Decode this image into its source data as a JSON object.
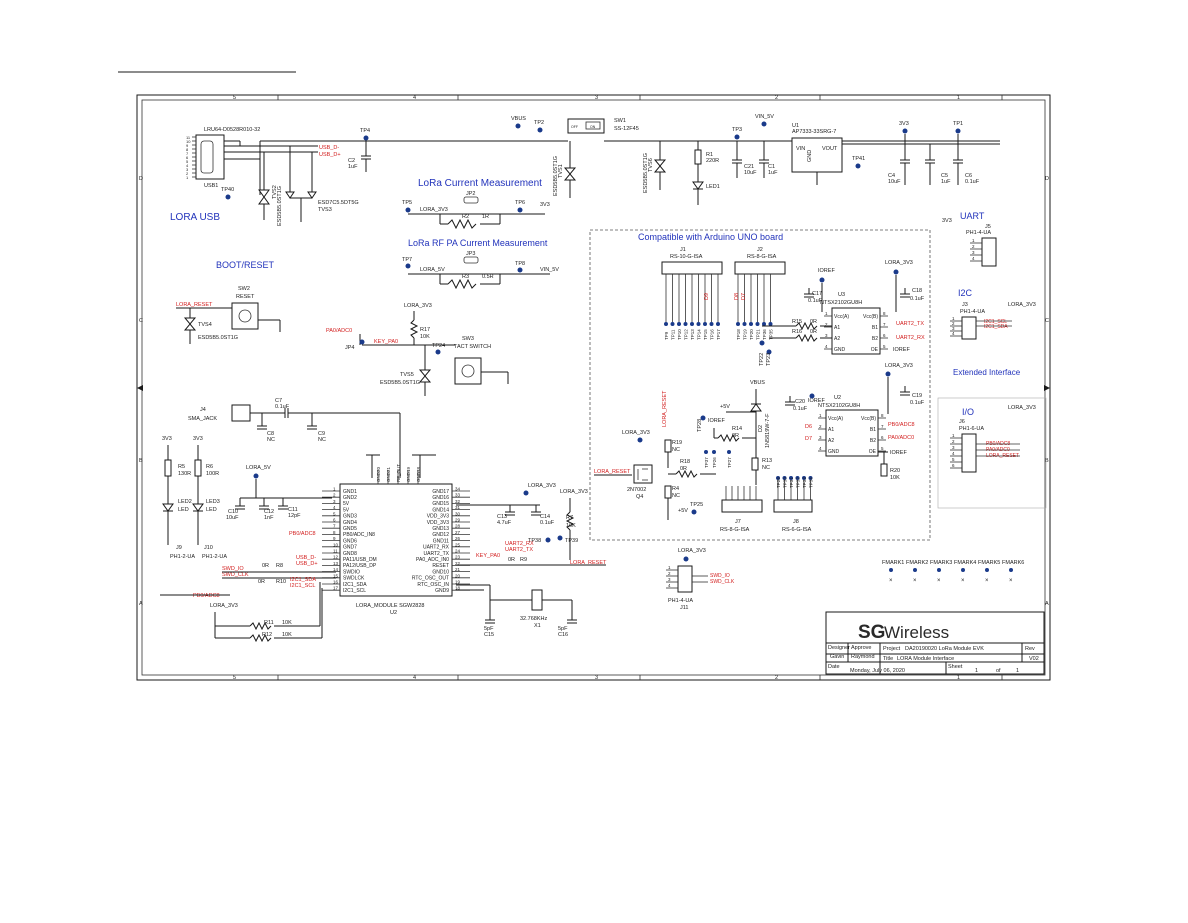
{
  "header": {
    "underline_title": ""
  },
  "border": {
    "top_ticks": [
      "5",
      "4",
      "3",
      "2",
      "1"
    ],
    "bottom_ticks": [
      "5",
      "4",
      "3",
      "2",
      "1"
    ],
    "side_ticks": [
      "D",
      "C",
      "B",
      "A"
    ]
  },
  "sections": {
    "lora_usb": "LORA USB",
    "boot_reset": "BOOT/RESET",
    "lora_current": "LoRa Current Measurement",
    "lora_rf": "LoRa RF PA Current Measurement",
    "arduino": "Compatible with Arduino UNO board",
    "uart": "UART",
    "i2c": "I2C",
    "extended": "Extended Interface",
    "io": "I/O"
  },
  "usb": {
    "ref": "USB1",
    "part": "LRU64-D0528R010-32",
    "pins": [
      "11",
      "10",
      "9",
      "8",
      "7",
      "6",
      "5",
      "4",
      "3",
      "2",
      "1"
    ],
    "net_dm": "USB_D-",
    "net_dp": "USB_D+",
    "tp4": "TP4",
    "tp40": "TP40",
    "c2": "C2",
    "c2_val": "1uF",
    "tvs2": "TVS2",
    "tvs2_part": "ESD5B5.0ST1G",
    "tvs3": "TVS3",
    "tvs3_part": "ESD7C5.5DT5G"
  },
  "power": {
    "vbus": "VBUS",
    "tp2": "TP2",
    "sw1": "SW1",
    "sw1_part": "SS-12F45",
    "sw_off": "OFF",
    "sw_on": "ON",
    "tvs1": "TVS1",
    "tvs1_part": "ESD5B5.0ST1G",
    "tvs6": "TVS6",
    "tvs6_part": "ESD5B5.0ST1G",
    "tp3": "TP3",
    "vin5": "VIN_5V",
    "r1": "R1",
    "r1_val": "220R",
    "led1": "LED1",
    "c21": "C21",
    "c21_val": "10uF",
    "c1": "C1",
    "c1_val": "1uF",
    "u1": "U1",
    "u1_part": "AP7333-33SRG-7",
    "vin": "VIN",
    "vout": "VOUT",
    "gnd": "GND",
    "tp41": "TP41",
    "v3v3": "3V3",
    "tp1": "TP1",
    "c4": "C4",
    "c4_val": "10uF",
    "c5": "C5",
    "c5_val": "1uF",
    "c6": "C6",
    "c6_val": "0.1uF"
  },
  "current": {
    "tp5": "TP5",
    "lora3v3": "LORA_3V3",
    "jp2": "JP2",
    "r2": "R2",
    "r2_val": "1R",
    "tp6": "TP6",
    "v3v3": "3V3",
    "tp7": "TP7",
    "lora5v": "LORA_5V",
    "jp3": "JP3",
    "r3": "R3",
    "r3_val": "0.5R",
    "tp8": "TP8",
    "vin5": "VIN_5V"
  },
  "boot": {
    "lora_reset": "LORA_RESET",
    "sw2": "SW2",
    "sw2_label": "RESET",
    "tvs4": "TVS4",
    "tvs4_part": "ESD5B5.0ST1G",
    "pa0_net": "PA0/ADC0",
    "key_pa0": "KEY_PA0",
    "jp4": "JP4",
    "lora3v3": "LORA_3V3",
    "r17": "R17",
    "r17_val": "10K",
    "tp24": "TP24",
    "sw3": "SW3",
    "sw3_label": "TACT SWITCH",
    "tvs5": "TVS5",
    "tvs5_part": "ESD5B5.0ST1G"
  },
  "rf": {
    "j4": "J4",
    "j4_part": "SMA_JACK",
    "c7": "C7",
    "c7_val": "0.1uF",
    "c8": "C8",
    "c8_val": "NC",
    "c9": "C9",
    "c9_val": "NC"
  },
  "module": {
    "ref": "U2",
    "part": "LORA_MODULE SGW2828",
    "left_pins": [
      "GND1",
      "GND2",
      "5V",
      "5V",
      "GND3",
      "GND4",
      "GND5",
      "PB0/ADC_IN8",
      "GND6",
      "GND7",
      "GND8",
      "PA11/USB_DM",
      "PA12/USB_DP",
      "SWDIO",
      "SWDLCK",
      "I2C1_SDA",
      "I2C1_SCL"
    ],
    "left_nums": [
      "1",
      "2",
      "3",
      "4",
      "5",
      "6",
      "7",
      "8",
      "9",
      "10",
      "11",
      "12",
      "13",
      "14",
      "15",
      "16",
      "17"
    ],
    "right_pins": [
      "GND17",
      "GND16",
      "GND15",
      "GND14",
      "VDD_3V3",
      "VDD_3V3",
      "GND13",
      "GND12",
      "GND11",
      "UART2_RX",
      "UART2_TX",
      "PA0_ADC_IN0",
      "RESET",
      "GND10",
      "RTC_OSC_OUT",
      "RTC_OSC_IN",
      "GND9"
    ],
    "right_nums": [
      "34",
      "33",
      "32",
      "31",
      "30",
      "29",
      "28",
      "27",
      "26",
      "25",
      "24",
      "23",
      "22",
      "21",
      "20",
      "19",
      "18"
    ],
    "top_pins": [
      "GND20",
      "GND21",
      "RF_OUT",
      "GND19",
      "GND18"
    ]
  },
  "module_nets": {
    "lora5v": "LORA_5V",
    "c10": "C10",
    "c10_val": "10uF",
    "c12": "C12",
    "c12_val": "1nF",
    "c11": "C11",
    "c11_val": "12pF",
    "pb0": "PB0/ADC8",
    "usb_dm": "USB_D-",
    "usb_dp": "USB_D+",
    "swd_io": "SWD_IO",
    "swd_clk": "SWD_CLK",
    "r8": "R8",
    "r8_val": "0R",
    "r10": "R10",
    "r10_val": "0R",
    "i2c_sda": "I2C1_SDA",
    "i2c_scl": "I2C1_SCL",
    "lora3v3": "LORA_3V3",
    "c13": "C13",
    "c13_val": "4.7uF",
    "c14": "C14",
    "c14_val": "0.1uF",
    "r7": "R7",
    "r7_val": "10K",
    "tp38": "TP38",
    "tp39": "TP39",
    "uart2_rx": "UART2_RX",
    "uart2_tx": "UART2_TX",
    "key_pa0": "KEY_PA0",
    "r9": "R9",
    "r9_val": "0R",
    "lora_reset": "LORA_RESET",
    "x1": "X1",
    "x1_val": "32.768KHz",
    "c15": "C15",
    "c15_val": "5pF",
    "c16": "C16",
    "c16_val": "5pF",
    "pb0_bottom": "PB0/ADC8",
    "r11": "R11",
    "r11_val": "10K",
    "r12": "R12",
    "r12_val": "10K"
  },
  "leds": {
    "v3v3a": "3V3",
    "v3v3b": "3V3",
    "r5": "R5",
    "r5_val": "130R",
    "r6": "R6",
    "r6_val": "100R",
    "led2": "LED2",
    "led2_label": "LED",
    "led3": "LED3",
    "led3_label": "LED",
    "j9": "J9",
    "j9_part": "PH1-2-UA",
    "j10": "J10",
    "j10_part": "PH1-2-UA"
  },
  "arduino": {
    "j1": "J1",
    "j1_part": "RS-10-G-ISA",
    "j2": "J2",
    "j2_part": "RS-8-G-ISA",
    "tp_j1": [
      "TP9",
      "TP11",
      "TP10",
      "TP12",
      "TP13",
      "TP14",
      "TP15",
      "TP16",
      "TP17"
    ],
    "tp_j2": [
      "TP18",
      "TP19",
      "TP20",
      "TP21",
      "TP36",
      "TP35"
    ],
    "d_labels": [
      "D9",
      "D8",
      "D7"
    ],
    "ioref": "IOREF",
    "lora3v3": "LORA_3V3",
    "c17": "C17",
    "c17_val": "0.1uF",
    "c18": "C18",
    "c18_val": "0.1uF",
    "u3": "U3",
    "u3_part": "NTSX2102GU8H",
    "u3_pins_l": [
      "Vcc(A)",
      "A1",
      "A2",
      "GND"
    ],
    "u3_nums_l": [
      "1",
      "2",
      "3",
      "4"
    ],
    "u3_pins_r": [
      "Vcc(B)",
      "B1",
      "B2",
      "OE"
    ],
    "u3_nums_r": [
      "8",
      "7",
      "6",
      "5"
    ],
    "r15": "R15",
    "r15_val": "0R",
    "r16": "R16",
    "r16_val": "0R",
    "uart2_tx": "UART2_TX",
    "uart2_rx": "UART2_RX",
    "tp22": "TP22",
    "tp23": "TP23",
    "u2": "U2",
    "u2_part": "NTSX2102GU8H",
    "u2_pins_l": [
      "Vcc(A)",
      "A1",
      "A2",
      "GND"
    ],
    "u2_nums_l": [
      "1",
      "2",
      "3",
      "4"
    ],
    "u2_pins_r": [
      "Vcc(B)",
      "B1",
      "B2",
      "OE"
    ],
    "u2_nums_r": [
      "8",
      "7",
      "6",
      "5"
    ],
    "c20": "C20",
    "c20_val": "0.1uF",
    "c19": "C19",
    "c19_val": "0.1uF",
    "d6": "D6",
    "d7": "D7",
    "pb0": "PB0/ADC8",
    "pa0": "PA0/ADC0",
    "r20": "R20",
    "r20_val": "10K",
    "vbus": "VBUS",
    "d2": "D2",
    "d2_part": "1N5819W-7-F",
    "p5v": "+5V",
    "tp28": "TP28",
    "r14": "R14",
    "r14_val": "0R",
    "r19": "R19",
    "r19_val": "NC",
    "r18": "R18",
    "r18_val": "0R",
    "r13": "R13",
    "r13_val": "NC",
    "r4": "R4",
    "r4_val": "NC",
    "lora_reset": "LORA_RESET",
    "q4": "Q4",
    "q4_part": "2N7002",
    "tp25": "TP25",
    "tp26": "TP26",
    "tp27": "TP27",
    "tp37": "TP37",
    "tp_j8": [
      "TP29",
      "TP30",
      "TP31",
      "TP32",
      "TP33",
      "TP34"
    ],
    "j7": "J7",
    "j7_part": "RS-8-G-ISA",
    "j8": "J8",
    "j8_part": "RS-6-G-ISA"
  },
  "uart": {
    "v3v3": "3V3",
    "j5": "J5",
    "j5_part": "PH1-4-UA",
    "pins": [
      "1",
      "2",
      "3",
      "4"
    ]
  },
  "i2c": {
    "j3": "J3",
    "j3_part": "PH1-4-UA",
    "lora3v3": "LORA_3V3",
    "pins": [
      "1",
      "2",
      "3",
      "4"
    ],
    "nets": [
      "I2C1_SCL",
      "I2C1_SDA"
    ]
  },
  "io": {
    "j6": "J6",
    "j6_part": "PH1-6-UA",
    "lora3v3": "LORA_3V3",
    "pins": [
      "1",
      "2",
      "3",
      "4",
      "5",
      "6"
    ],
    "nets": [
      "PB0/ADC8",
      "PA0/ADC0",
      "LORA_RESET"
    ]
  },
  "swd": {
    "lora3v3": "LORA_3V3",
    "j11": "J11",
    "j11_part": "PH1-4-UA",
    "pins": [
      "1",
      "2",
      "3",
      "4"
    ],
    "nets": [
      "SWD_IO",
      "SWD_CLK"
    ]
  },
  "fmarks": [
    "FMARK1",
    "FMARK2",
    "FMARK3",
    "FMARK4",
    "FMARK5",
    "FMARK6"
  ],
  "title_block": {
    "logo_sg": "SG",
    "logo_w": "Wireless",
    "designer_h": "Designer",
    "designer": "Gavin",
    "approve_h": "Approve",
    "approve": "Raymond",
    "project_h": "Project",
    "project": "DA20190020 LoRa Module EVK",
    "title_h": "Title",
    "title": "LORA Module Interface",
    "rev_h": "Rev",
    "rev": "V02",
    "date_h": "Date",
    "date": "Monday, July 06, 2020",
    "sheet_h": "Sheet",
    "sheet": "1",
    "of": "of",
    "sheets": "1"
  },
  "colors": {
    "wire": "#1a1a1a",
    "net_label": "#d21d1d",
    "section_title": "#2233bb",
    "testpoint": "#1a3a8a"
  }
}
